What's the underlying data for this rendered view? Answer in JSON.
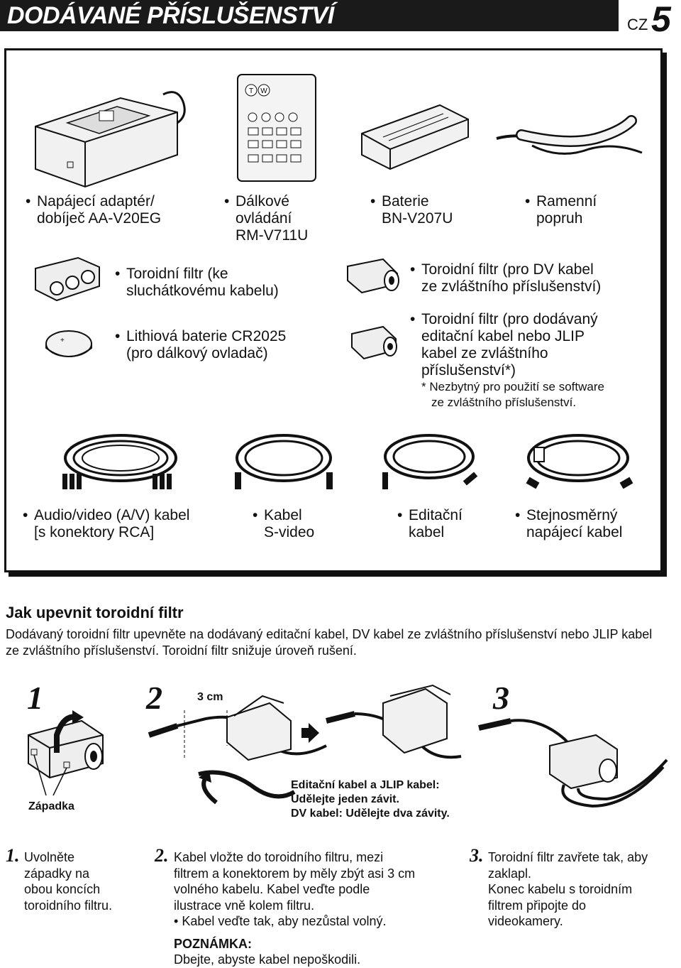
{
  "header": {
    "title": "DODÁVANÉ PŘÍSLUŠENSTVÍ",
    "lang": "CZ",
    "page": "5"
  },
  "accessories": {
    "adapter": [
      "Napájecí adaptér/",
      "dobíječ AA-V20EG"
    ],
    "remote": [
      "Dálkové",
      "ovládání",
      "RM-V711U"
    ],
    "battery": [
      "Baterie",
      "BN-V207U"
    ],
    "strap": [
      "Ramenní",
      "popruh"
    ],
    "core_headphone": [
      "Toroidní filtr (ke",
      "sluchátkovému kabelu)"
    ],
    "lithium": [
      "Lithiová baterie CR2025",
      "(pro dálkový ovladač)"
    ],
    "core_dv": [
      "Toroidní filtr (pro DV kabel",
      "ze zvláštního příslušenství)"
    ],
    "core_edit": [
      "Toroidní filtr (pro dodávaný",
      "editační kabel nebo JLIP",
      "kabel ze zvláštního",
      "příslušenství*)"
    ],
    "footnote": [
      "* Nezbytný pro použití se software",
      "ze zvláštního příslušenství."
    ],
    "av_cable": [
      "Audio/video (A/V) kabel",
      "[s konektory RCA]"
    ],
    "svideo": [
      "Kabel",
      "S-video"
    ],
    "edit_cable": [
      "Editační",
      "kabel"
    ],
    "dc_cable": [
      "Stejnosměrný",
      "napájecí kabel"
    ],
    "remote_keys": [
      "T",
      "W"
    ]
  },
  "howto": {
    "title": "Jak upevnit toroidní filtr",
    "body": "Dodávaný toroidní filtr upevněte na dodávaný editační kabel, DV kabel ze zvláštního příslušenství nebo JLIP kabel ze zvláštního příslušenství. Toroidní filtr snižuje úroveň rušení."
  },
  "figures": {
    "num1": "1",
    "num2": "2",
    "num3": "3",
    "dim": "3 cm",
    "latch": "Západka",
    "note1": "Editační kabel a JLIP kabel:",
    "note2": "Udělejte jeden závit.",
    "note3": "DV kabel: Udělejte dva závity."
  },
  "steps": {
    "s1_num": "1.",
    "s1": [
      "Uvolněte",
      "západky na",
      "obou koncích",
      "toroidního filtru."
    ],
    "s2_num": "2.",
    "s2": [
      "Kabel vložte do toroidního filtru, mezi",
      "filtrem a konektorem by měly zbýt asi 3 cm",
      "volného kabelu. Kabel veďte podle",
      "ilustrace vně kolem filtru."
    ],
    "s2_bullet": "Kabel veďte tak, aby nezůstal volný.",
    "s2_note_title": "POZNÁMKA:",
    "s2_note": "Dbejte, abyste kabel nepoškodili.",
    "s3_num": "3.",
    "s3": [
      "Toroidní filtr zavřete tak, aby",
      "zaklapl.",
      "Konec kabelu s toroidním",
      "filtrem připojte do",
      "videokamery."
    ]
  }
}
